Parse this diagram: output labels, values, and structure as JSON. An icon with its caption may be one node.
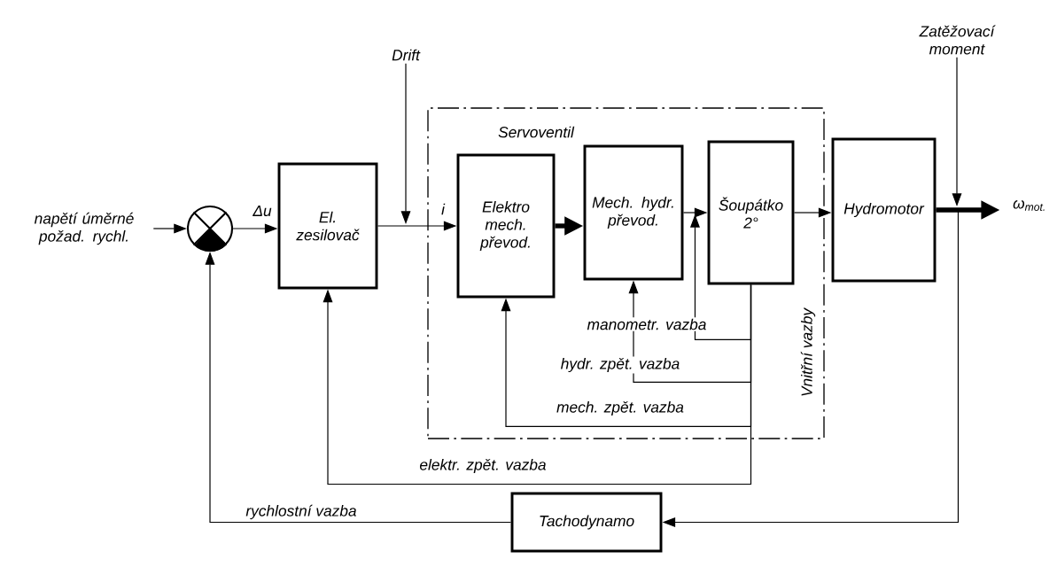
{
  "diagram": {
    "nodes": [
      {
        "text": [
          "napětí úměrné požad. rychl."
        ]
      },
      {
        "text": [],
        "shape": "circle"
      },
      {
        "text": [
          "El. zesilovač"
        ]
      },
      {
        "text": [
          "Servoventil"
        ]
      },
      {
        "text": [
          "Elektro mech. převod."
        ],
        "in": 3
      },
      {
        "text": [
          "Mech. hydr. převod."
        ],
        "in": 3
      },
      {
        "text": [
          "Šoupátko 2°"
        ],
        "in": 3
      },
      {
        "text": [
          "Hydromotor"
        ]
      },
      {
        "text": [
          "Tachodynamo"
        ]
      },
      {
        "text": [
          "Drift"
        ]
      },
      {
        "text": [
          "Zatěžovací moment"
        ]
      },
      {
        "text": [
          "ω$_{mot.}$"
        ]
      }
    ],
    "edges": [
      {
        "from": 0,
        "to": 1,
        "arrow": "to"
      },
      {
        "from": 1,
        "to": 2,
        "arrow": "to",
        "label": "Δu"
      },
      {
        "from": 2,
        "to": 4,
        "arrow": "to",
        "label": "i"
      },
      {
        "from": 9,
        "to": null,
        "arrow": "to"
      },
      {
        "from": 4,
        "to": 5,
        "arrow": "to",
        "style": "thick"
      },
      {
        "from": 5,
        "to": 6,
        "arrow": "to"
      },
      {
        "from": 6,
        "to": 7,
        "arrow": "to"
      },
      {
        "from": 7,
        "to": 11,
        "arrow": "to",
        "style": "thick"
      },
      {
        "from": 10,
        "to": null,
        "arrow": "to"
      },
      {
        "from": 7,
        "to": 8,
        "arrow": "to"
      },
      {
        "from": 8,
        "to": 1,
        "arrow": "to",
        "label": "rychlostní vazba"
      },
      {
        "from": 6,
        "to": 2,
        "arrow": "to",
        "label": "elektr. zpět. vazba"
      },
      {
        "from": 6,
        "to": 4,
        "arrow": "to",
        "label": "mech. zpět. vazba"
      },
      {
        "from": 6,
        "to": 5,
        "arrow": "to",
        "label": "hydr. zpět. vazba"
      },
      {
        "from": 6,
        "to": 5,
        "arrow": "to",
        "label": "manometr. vazba"
      }
    ],
    "labels": [
      "Vnitřní vazby"
    ]
  }
}
